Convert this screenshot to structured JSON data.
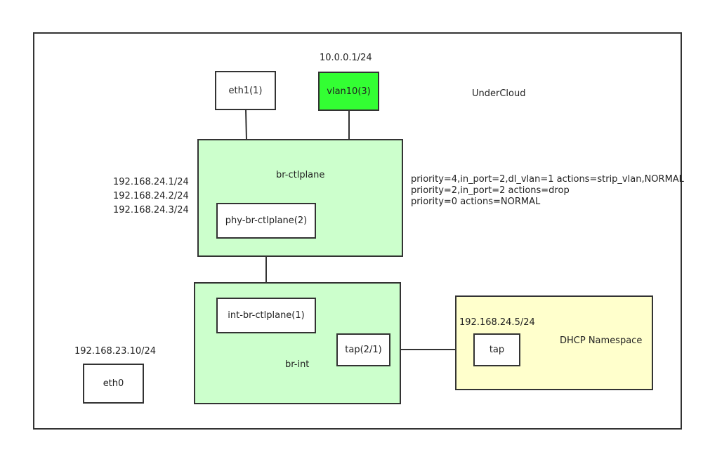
{
  "undercloud": {
    "label": "UnderCloud"
  },
  "vlan_ip": "10.0.0.1/24",
  "ports": {
    "eth1": "eth1(1)",
    "vlan10": "vlan10(3)",
    "phy_br_ctlplane": "phy-br-ctlplane(2)",
    "int_br_ctlplane": "int-br-ctlplane(1)",
    "tap_int": "tap(2/1)",
    "tap_ns": "tap",
    "eth0": "eth0"
  },
  "bridges": {
    "br_ctlplane": "br-ctlplane",
    "br_int": "br-int"
  },
  "ctlplane_ips": [
    "192.168.24.1/24",
    "192.168.24.2/24",
    "192.168.24.3/24"
  ],
  "flows": [
    "priority=4,in_port=2,dl_vlan=1 actions=strip_vlan,NORMAL",
    "priority=2,in_port=2 actions=drop",
    "priority=0 actions=NORMAL"
  ],
  "dhcp": {
    "label": "DHCP Namespace",
    "ip": "192.168.24.5/24"
  },
  "eth0_ip": "192.168.23.10/24",
  "colors": {
    "bridge_fill": "#ccffcc",
    "vlan_fill": "#33ff33",
    "namespace_fill": "#ffffcc",
    "stroke": "#333333"
  }
}
